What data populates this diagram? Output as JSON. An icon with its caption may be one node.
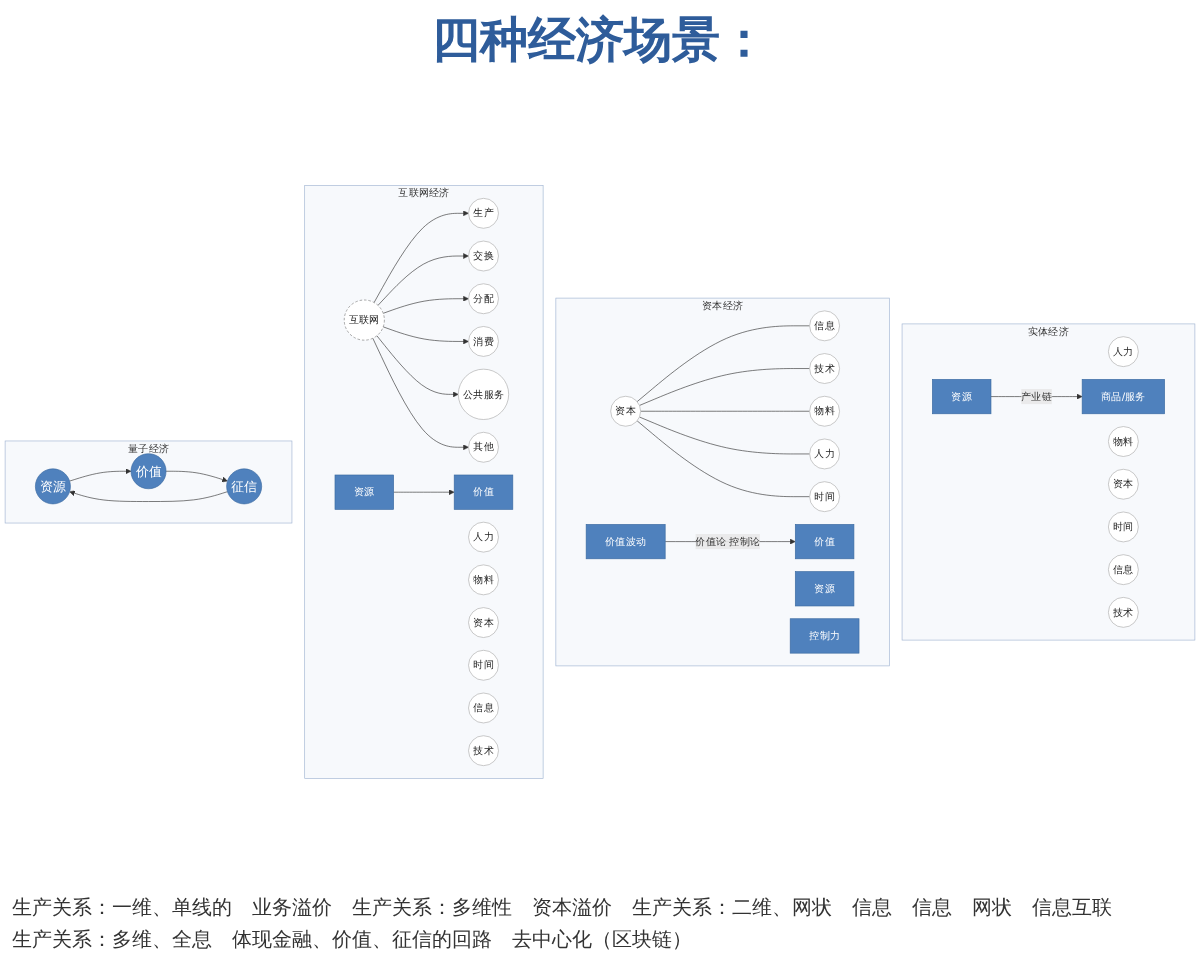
{
  "diagram": {
    "title": "四种经济场景：",
    "nodes": [
      {
        "text": [
          "实体经济"
        ]
      },
      {
        "text": [
          "人力"
        ],
        "in": 0
      },
      {
        "text": [
          "物料"
        ],
        "in": 0
      },
      {
        "text": [
          "资本"
        ],
        "in": 0
      },
      {
        "text": [
          "时间"
        ],
        "in": 0
      },
      {
        "text": [
          "信息"
        ],
        "in": 0
      },
      {
        "text": [
          "技术"
        ],
        "in": 0
      },
      {
        "text": [
          "资源"
        ],
        "in": 0
      },
      {
        "text": [
          "商品/服务"
        ],
        "in": 0
      },
      {
        "text": [
          "资本经济"
        ]
      },
      {
        "text": [
          "资本"
        ],
        "in": 9
      },
      {
        "text": [
          "信息"
        ],
        "in": 9
      },
      {
        "text": [
          "技术"
        ],
        "in": 9
      },
      {
        "text": [
          "物料"
        ],
        "in": 9
      },
      {
        "text": [
          "人力"
        ],
        "in": 9
      },
      {
        "text": [
          "时间"
        ],
        "in": 9
      },
      {
        "text": [
          "资源"
        ],
        "in": 9
      },
      {
        "text": [
          "价值波动"
        ],
        "in": 9
      },
      {
        "text": [
          "控制力"
        ],
        "in": 9
      },
      {
        "text": [
          "价值"
        ],
        "in": 9
      },
      {
        "text": [
          "互联网经济"
        ]
      },
      {
        "text": [
          "互联网"
        ],
        "in": 20
      },
      {
        "text": [
          "生产"
        ],
        "in": 20
      },
      {
        "text": [
          "交换"
        ],
        "in": 20
      },
      {
        "text": [
          "分配"
        ],
        "in": 20
      },
      {
        "text": [
          "消费"
        ],
        "in": 20
      },
      {
        "text": [
          "公共服务"
        ],
        "in": 20
      },
      {
        "text": [
          "其他"
        ],
        "in": 20
      },
      {
        "text": [
          "人力"
        ],
        "in": 20
      },
      {
        "text": [
          "物料"
        ],
        "in": 20
      },
      {
        "text": [
          "资本"
        ],
        "in": 20
      },
      {
        "text": [
          "时间"
        ],
        "in": 20
      },
      {
        "text": [
          "信息"
        ],
        "in": 20
      },
      {
        "text": [
          "技术"
        ],
        "in": 20
      },
      {
        "text": [
          "资源"
        ],
        "in": 20
      },
      {
        "text": [
          "价值"
        ],
        "in": 20
      },
      {
        "text": [
          "量子经济"
        ]
      },
      {
        "text": [
          "资源"
        ],
        "in": 36
      },
      {
        "text": [
          "价值"
        ],
        "in": 36
      },
      {
        "text": [
          "征信"
        ],
        "in": 36
      }
    ],
    "edges": [
      {
        "from": 7,
        "to": 8,
        "arrow": "to",
        "label": "产业链"
      },
      {
        "from": 10,
        "to": 11,
        "arrow": "none"
      },
      {
        "from": 10,
        "to": 12,
        "arrow": "none"
      },
      {
        "from": 10,
        "to": 13,
        "arrow": "none"
      },
      {
        "from": 10,
        "to": 14,
        "arrow": "none"
      },
      {
        "from": 10,
        "to": 15,
        "arrow": "none"
      },
      {
        "from": 17,
        "to": 19,
        "arrow": "to",
        "label": "价值论 控制论"
      },
      {
        "from": 21,
        "to": 22,
        "arrow": "to"
      },
      {
        "from": 21,
        "to": 23,
        "arrow": "to"
      },
      {
        "from": 21,
        "to": 24,
        "arrow": "to"
      },
      {
        "from": 21,
        "to": 25,
        "arrow": "to"
      },
      {
        "from": 21,
        "to": 26,
        "arrow": "to"
      },
      {
        "from": 21,
        "to": 27,
        "arrow": "to"
      },
      {
        "from": 34,
        "to": 35,
        "arrow": "to"
      },
      {
        "from": 37,
        "to": 38,
        "arrow": "to"
      },
      {
        "from": 38,
        "to": 39,
        "arrow": "to"
      },
      {
        "from": 39,
        "to": 37,
        "arrow": "to"
      }
    ],
    "labels": [
      "生产关系：一维、单线的",
      "业务溢价",
      "生产关系：多维性",
      "资本溢价",
      "生产关系：二维、网状",
      "信息",
      "信息",
      "网状",
      "信息互联",
      "生产关系：多维、全息",
      "体现金融、价值、征信的回路",
      "去中心化（区块链）"
    ]
  }
}
